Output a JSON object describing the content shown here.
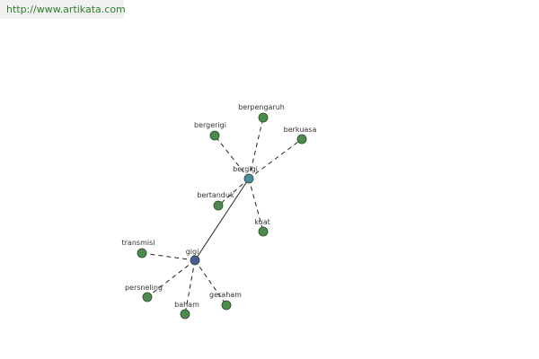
{
  "source": {
    "url_text": "http://www.artikata.com",
    "link_color": "#2f7d2f"
  },
  "graph": {
    "colors": {
      "leaf_node": "#4c8b4c",
      "hub_gigi": "#4a5a9a",
      "hub_bergigi": "#4a8aa0",
      "node_stroke": "#2a4a2a",
      "edge": "#222222"
    },
    "nodes": [
      {
        "id": "gigi",
        "label": "gigi",
        "kind": "hub_gigi"
      },
      {
        "id": "bergigi",
        "label": "bergigi",
        "kind": "hub_bergigi"
      },
      {
        "id": "berpengaruh",
        "label": "berpengaruh",
        "kind": "leaf_node"
      },
      {
        "id": "bergerigi",
        "label": "bergerigi",
        "kind": "leaf_node"
      },
      {
        "id": "berkuasa",
        "label": "berkuasa",
        "kind": "leaf_node"
      },
      {
        "id": "bertanduk",
        "label": "bertanduk",
        "kind": "leaf_node"
      },
      {
        "id": "kuat",
        "label": "kuat",
        "kind": "leaf_node"
      },
      {
        "id": "transmisi",
        "label": "transmisi",
        "kind": "leaf_node"
      },
      {
        "id": "persneling",
        "label": "persneling",
        "kind": "leaf_node"
      },
      {
        "id": "geraham",
        "label": "geraham",
        "kind": "leaf_node"
      },
      {
        "id": "baham",
        "label": "baham",
        "kind": "leaf_node"
      }
    ],
    "edges": [
      {
        "from": "gigi",
        "to": "bergigi",
        "style": "solid"
      },
      {
        "from": "bergigi",
        "to": "berpengaruh",
        "style": "dashed"
      },
      {
        "from": "bergigi",
        "to": "bergerigi",
        "style": "dashed"
      },
      {
        "from": "bergigi",
        "to": "berkuasa",
        "style": "dashed"
      },
      {
        "from": "bergigi",
        "to": "bertanduk",
        "style": "dashed"
      },
      {
        "from": "bergigi",
        "to": "kuat",
        "style": "dashed"
      },
      {
        "from": "gigi",
        "to": "transmisi",
        "style": "dashed"
      },
      {
        "from": "gigi",
        "to": "persneling",
        "style": "dashed"
      },
      {
        "from": "gigi",
        "to": "geraham",
        "style": "dashed"
      },
      {
        "from": "gigi",
        "to": "baham",
        "style": "dashed"
      }
    ]
  }
}
